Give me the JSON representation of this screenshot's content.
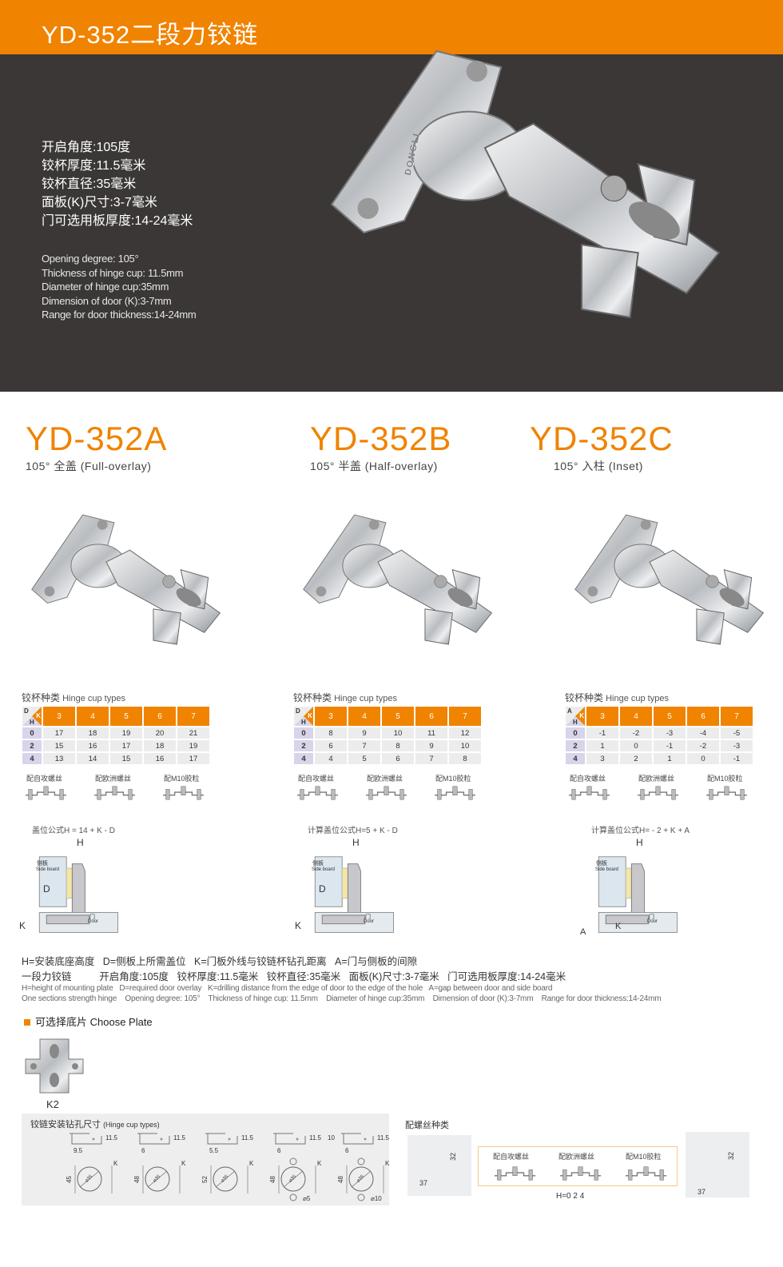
{
  "header": {
    "title": "YD-352二段力铰链"
  },
  "hero": {
    "specs_cn": [
      "开启角度:105度",
      "铰杯厚度:11.5毫米",
      "铰杯直径:35毫米",
      "面板(K)尺寸:3-7毫米",
      "门可选用板厚度:14-24毫米"
    ],
    "specs_en": [
      "Opening degree: 105°",
      "Thickness of hinge cup: 11.5mm",
      "Diameter of hinge cup:35mm",
      "Dimension of door (K):3-7mm",
      "Range for door thickness:14-24mm"
    ],
    "brand_mark": "DONGLI"
  },
  "models": [
    {
      "name": "YD-352A",
      "subtitle": "105°  全盖 (Full-overlay)",
      "table_title_cn": "铰杯种类",
      "table_title_en": "Hinge cup types",
      "corner": [
        "D",
        "K",
        "H"
      ],
      "k": [
        "3",
        "4",
        "5",
        "6",
        "7"
      ],
      "rows": [
        {
          "h": "0",
          "v": [
            "17",
            "18",
            "19",
            "20",
            "21"
          ]
        },
        {
          "h": "2",
          "v": [
            "15",
            "16",
            "17",
            "18",
            "19"
          ]
        },
        {
          "h": "4",
          "v": [
            "13",
            "14",
            "15",
            "16",
            "17"
          ]
        }
      ],
      "formula": "盖位公式H = 14 + K - D",
      "diagram": {
        "side_cn": "侧板",
        "side_en": "Side board",
        "door_cn": "门",
        "door_en": "Door",
        "labels": [
          "H",
          "D",
          "K"
        ]
      }
    },
    {
      "name": "YD-352B",
      "subtitle": "105°  半盖 (Half-overlay)",
      "table_title_cn": "铰杯种类",
      "table_title_en": "Hinge cup types",
      "corner": [
        "D",
        "K",
        "H"
      ],
      "k": [
        "3",
        "4",
        "5",
        "6",
        "7"
      ],
      "rows": [
        {
          "h": "0",
          "v": [
            "8",
            "9",
            "10",
            "11",
            "12"
          ]
        },
        {
          "h": "2",
          "v": [
            "6",
            "7",
            "8",
            "9",
            "10"
          ]
        },
        {
          "h": "4",
          "v": [
            "4",
            "5",
            "6",
            "7",
            "8"
          ]
        }
      ],
      "formula": "计算盖位公式H=5 + K - D",
      "diagram": {
        "side_cn": "侧板",
        "side_en": "Side board",
        "door_cn": "门",
        "door_en": "Door",
        "labels": [
          "H",
          "D",
          "K"
        ]
      }
    },
    {
      "name": "YD-352C",
      "subtitle": "105°  入柱 (Inset)",
      "table_title_cn": "铰杯种类",
      "table_title_en": "Hinge cup types",
      "corner": [
        "A",
        "K",
        "H"
      ],
      "k": [
        "3",
        "4",
        "5",
        "6",
        "7"
      ],
      "rows": [
        {
          "h": "0",
          "v": [
            "-1",
            "-2",
            "-3",
            "-4",
            "-5"
          ]
        },
        {
          "h": "2",
          "v": [
            "1",
            "0",
            "-1",
            "-2",
            "-3"
          ]
        },
        {
          "h": "4",
          "v": [
            "3",
            "2",
            "1",
            "0",
            "-1"
          ]
        }
      ],
      "formula": "计算盖位公式H= - 2 + K + A",
      "diagram": {
        "side_cn": "侧板",
        "side_en": "Side board",
        "door_cn": "门",
        "door_en": "Door",
        "labels": [
          "H",
          "A",
          "K"
        ]
      }
    }
  ],
  "screws": [
    "配自攻螺丝",
    "配欧洲螺丝",
    "配M10胶粒"
  ],
  "legend": {
    "cn1": "H=安装底座高度   D=侧板上所需盖位   K=门板外线与铰链杯钻孔距离   A=门与侧板的间隙",
    "cn2": "一段力铰链          开启角度:105度   铰杯厚度:11.5毫米   铰杯直径:35毫米   面板(K)尺寸:3-7毫米   门可选用板厚度:14-24毫米",
    "en1": "H=height of mounting plate   D=required door overlay   K=drilling distance from the edge of door to the edge of the hole   A=gap between door and side board",
    "en2": "One sections strength hinge    Opening degree: 105°    Thickness of hinge cup: 11.5mm    Diameter of hinge cup:35mm    Dimension of door (K):3-7mm    Range for door thickness:14-24mm"
  },
  "plate": {
    "title": "可选择底片 Choose Plate",
    "label": "K2"
  },
  "drilling": {
    "title_cn": "铰链安装钻孔尺寸",
    "title_en": "(Hinge cup types)",
    "items": [
      {
        "cup": "11.5",
        "offset": "9.5",
        "height": "45",
        "dia": "⌀35",
        "k": "K",
        "extra": ""
      },
      {
        "cup": "11.5",
        "offset": "6",
        "height": "48",
        "dia": "⌀35",
        "k": "K",
        "extra": ""
      },
      {
        "cup": "11.5",
        "offset": "5.5",
        "height": "52",
        "dia": "⌀35",
        "k": "K",
        "extra": ""
      },
      {
        "cup": "11.5",
        "offset": "6",
        "height": "48",
        "dia": "⌀35",
        "k": "K",
        "extra": "⌀5"
      },
      {
        "cup": "11.5",
        "offset": "6",
        "height": "48",
        "dia": "⌀35",
        "k": "K",
        "extra": "⌀10",
        "side": "10"
      }
    ]
  },
  "screw_types": {
    "title": "配螺丝种类",
    "dims": {
      "w": "37",
      "h": "32"
    },
    "h_note": "H=0 2 4"
  }
}
